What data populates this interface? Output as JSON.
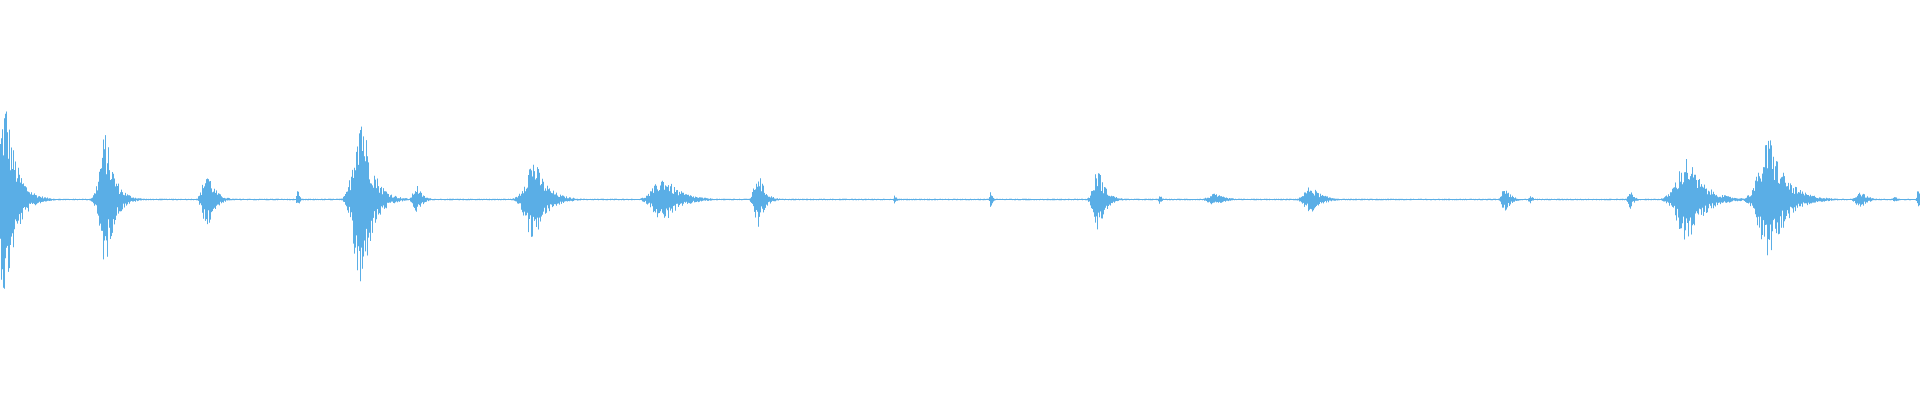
{
  "colors": {
    "background": "#ffffff",
    "waveform": "#5aaee6"
  },
  "waveform": {
    "duration_fraction_axis": [
      0,
      1
    ],
    "baseline_amplitude": 0.004,
    "bursts": [
      {
        "center": 0.003,
        "width": 0.012,
        "amp": 0.52
      },
      {
        "center": 0.055,
        "width": 0.01,
        "amp": 0.35
      },
      {
        "center": 0.108,
        "width": 0.008,
        "amp": 0.16
      },
      {
        "center": 0.155,
        "width": 0.002,
        "amp": 0.05
      },
      {
        "center": 0.188,
        "width": 0.012,
        "amp": 0.52
      },
      {
        "center": 0.217,
        "width": 0.006,
        "amp": 0.08
      },
      {
        "center": 0.278,
        "width": 0.014,
        "amp": 0.22
      },
      {
        "center": 0.346,
        "width": 0.018,
        "amp": 0.12
      },
      {
        "center": 0.395,
        "width": 0.007,
        "amp": 0.15
      },
      {
        "center": 0.466,
        "width": 0.002,
        "amp": 0.025
      },
      {
        "center": 0.516,
        "width": 0.002,
        "amp": 0.05
      },
      {
        "center": 0.572,
        "width": 0.008,
        "amp": 0.17
      },
      {
        "center": 0.604,
        "width": 0.002,
        "amp": 0.03
      },
      {
        "center": 0.633,
        "width": 0.012,
        "amp": 0.03
      },
      {
        "center": 0.683,
        "width": 0.012,
        "amp": 0.07
      },
      {
        "center": 0.784,
        "width": 0.006,
        "amp": 0.07
      },
      {
        "center": 0.797,
        "width": 0.003,
        "amp": 0.025
      },
      {
        "center": 0.849,
        "width": 0.004,
        "amp": 0.05
      },
      {
        "center": 0.879,
        "width": 0.018,
        "amp": 0.22
      },
      {
        "center": 0.922,
        "width": 0.018,
        "amp": 0.32
      },
      {
        "center": 0.969,
        "width": 0.008,
        "amp": 0.045
      },
      {
        "center": 0.987,
        "width": 0.004,
        "amp": 0.015
      },
      {
        "center": 0.999,
        "width": 0.002,
        "amp": 0.07
      }
    ]
  }
}
